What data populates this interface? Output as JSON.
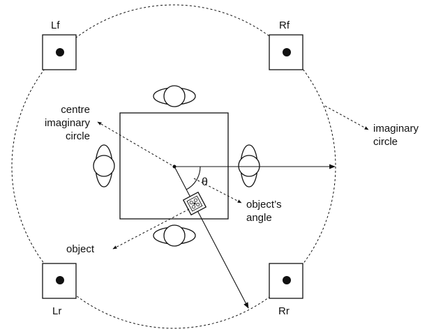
{
  "labels": {
    "speaker_left_front": "Lf",
    "speaker_right_front": "Rf",
    "speaker_left_rear": "Lr",
    "speaker_right_rear": "Rr",
    "centre_line1": "centre",
    "centre_line2": "imaginary",
    "centre_line3": "circle",
    "imaginary_line1": "imaginary",
    "imaginary_line2": "circle",
    "theta": "θ",
    "angle_line1": "object’s",
    "angle_line2": "angle",
    "object": "object"
  },
  "colors": {
    "stroke": "#111111",
    "background": "#ffffff"
  }
}
